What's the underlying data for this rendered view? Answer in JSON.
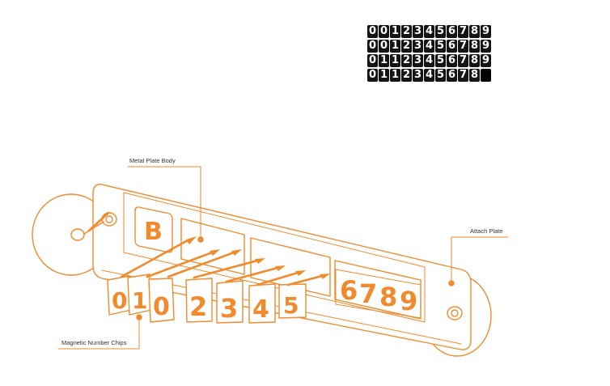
{
  "chip_rows": [
    [
      "0",
      "0",
      "1",
      "2",
      "3",
      "4",
      "5",
      "6",
      "7",
      "8",
      "9"
    ],
    [
      "0",
      "0",
      "1",
      "2",
      "3",
      "4",
      "5",
      "6",
      "7",
      "8",
      "9"
    ],
    [
      "0",
      "1",
      "1",
      "2",
      "3",
      "4",
      "5",
      "6",
      "7",
      "8",
      "9"
    ],
    [
      "0",
      "1",
      "1",
      "2",
      "3",
      "4",
      "5",
      "6",
      "7",
      "8",
      ""
    ]
  ],
  "labels": {
    "metal_plate_body": "Metal Plate Body",
    "attach_plate": "Attach Plate",
    "magnetic_chips": "Magnetic Number Chips"
  },
  "plate": {
    "logo": "B",
    "fixed_digits": [
      "6",
      "7",
      "8",
      "9"
    ]
  },
  "loose_chips": [
    "0",
    "1",
    "0",
    "2",
    "3",
    "4",
    "5"
  ],
  "colors": {
    "accent": "#f08a2c",
    "chip_bg": "#141414",
    "chip_text": "#ffffff",
    "label_text": "#333333"
  }
}
